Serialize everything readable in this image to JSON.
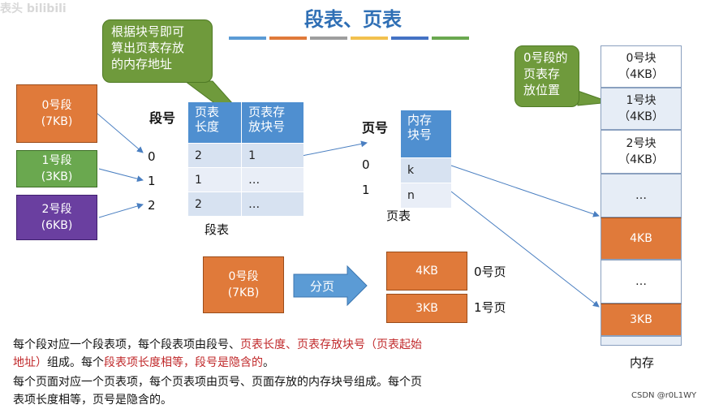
{
  "watermark": "表头 bilibili",
  "title": "段表、页表",
  "title_bar_colors": [
    "#5b9bd5",
    "#e07a3a",
    "#9e9e9e",
    "#f2c14e",
    "#4472c4",
    "#6aa84f"
  ],
  "callout_left": [
    "根据块号即可",
    "算出页表存放",
    "的内存地址"
  ],
  "callout_right": [
    "0号段的",
    "页表存",
    "放位置"
  ],
  "segments": [
    {
      "label": "0号段",
      "size": "(7KB)",
      "color": "#e07a3a"
    },
    {
      "label": "1号段",
      "size": "(3KB)",
      "color": "#6aa84f"
    },
    {
      "label": "2号段",
      "size": "(6KB)",
      "color": "#6a3fa0"
    }
  ],
  "seg_table": {
    "index_header": "段号",
    "indices": [
      "0",
      "1",
      "2"
    ],
    "headers": [
      "页表\n长度",
      "页表存\n放块号"
    ],
    "rows": [
      [
        "2",
        "1"
      ],
      [
        "1",
        "…"
      ],
      [
        "2",
        "…"
      ]
    ],
    "caption": "段表"
  },
  "page_table": {
    "index_header": "页号",
    "indices": [
      "0",
      "1"
    ],
    "header": "内存\n块号",
    "rows": [
      "k",
      "n"
    ],
    "caption": "页表"
  },
  "split": {
    "segment_label": "0号段",
    "segment_size": "(7KB)",
    "arrow_label": "分页",
    "pages": [
      {
        "size": "4KB",
        "label": "0号页"
      },
      {
        "size": "3KB",
        "label": "1号页"
      }
    ]
  },
  "memory": {
    "blocks": [
      {
        "text": "0号块\n（4KB）",
        "style": "white"
      },
      {
        "text": "1号块\n（4KB）",
        "style": "light"
      },
      {
        "text": "2号块\n（4KB）",
        "style": "white"
      },
      {
        "text": "…",
        "style": "light"
      },
      {
        "text": "4KB",
        "style": "orange"
      },
      {
        "text": "…",
        "style": "white"
      },
      {
        "text": "3KB",
        "style": "orange"
      },
      {
        "text": "",
        "style": "light"
      }
    ],
    "caption": "内存"
  },
  "paragraph1": {
    "p1": "每个段对应一个段表项，每个段表项由段号、",
    "p2": "页表长度、页表存放块号（页表起始",
    "p3": "地址）",
    "p4": "组成。每个",
    "p5": "段表项长度相等，段号是隐含的",
    "p6": "。"
  },
  "paragraph2": [
    "每个页面对应一个页表项，每个页表项由页号、页面存放的内存块号组成。每个页",
    "表项长度相等，页号是隐含的。"
  ],
  "credit": "CSDN @r0L1WY"
}
